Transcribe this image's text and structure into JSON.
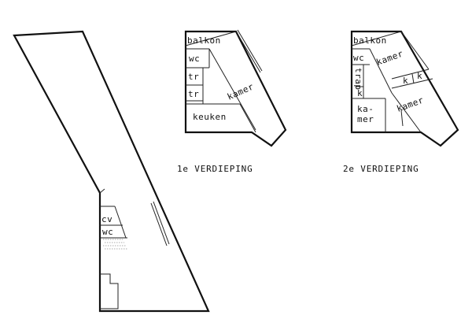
{
  "ground_floor": {
    "rooms": {
      "cv": "cv",
      "wc": "wc"
    }
  },
  "floor1": {
    "caption": "1e VERDIEPING",
    "rooms": {
      "balkon": "balkon",
      "wc": "wc",
      "tr1": "tr",
      "tr2": "tr",
      "kamer": "kamer",
      "keuken": "keuken"
    }
  },
  "floor2": {
    "caption": "2e VERDIEPING",
    "rooms": {
      "balkon": "balkon",
      "wc": "wc",
      "trap": "trap",
      "k_small": "k",
      "kamer_top": "kamer",
      "k1": "k",
      "k2": "k",
      "kamer_left_1": "ka-",
      "kamer_left_2": "mer",
      "kamer_right": "kamer"
    }
  }
}
